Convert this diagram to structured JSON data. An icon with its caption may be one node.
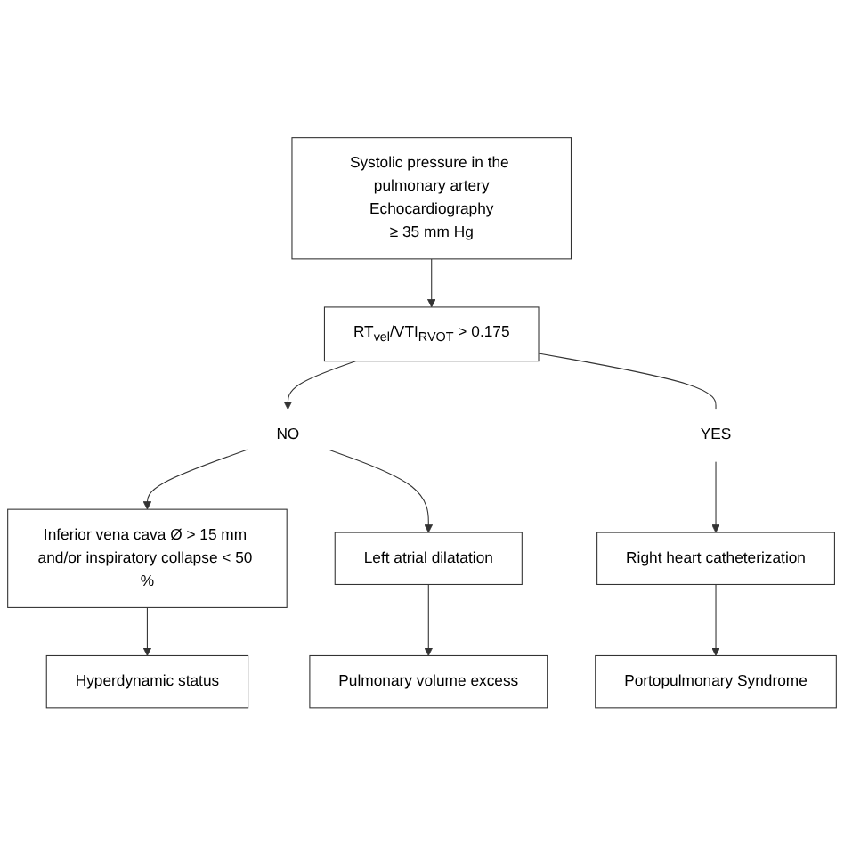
{
  "diagram": {
    "nodes": [
      {
        "text": [
          "Systolic pressure in the pulmonary artery",
          "Echocardiography",
          "≥ 35 mm Hg"
        ]
      },
      {
        "text": [
          "RT$_{vel}$/VTI$_{RVOT}$ > 0.175"
        ]
      },
      {
        "text": [
          "NO"
        ]
      },
      {
        "text": [
          "YES"
        ]
      },
      {
        "text": [
          "Inferior vena cava Ø > 15 mm and/or inspiratory collapse < 50 %"
        ]
      },
      {
        "text": [
          "Left atrial dilatation"
        ]
      },
      {
        "text": [
          "Right heart catheterization"
        ]
      },
      {
        "text": [
          "Hyperdynamic status"
        ]
      },
      {
        "text": [
          "Pulmonary volume excess"
        ]
      },
      {
        "text": [
          "Portopulmonary Syndrome"
        ]
      }
    ],
    "edges": [
      {
        "from": 0,
        "to": 1,
        "arrow": "to"
      },
      {
        "from": 1,
        "to": 2,
        "arrow": "to"
      },
      {
        "from": 1,
        "to": 3,
        "arrow": "none"
      },
      {
        "from": 2,
        "to": 4,
        "arrow": "to"
      },
      {
        "from": 2,
        "to": 5,
        "arrow": "to"
      },
      {
        "from": 3,
        "to": 6,
        "arrow": "to"
      },
      {
        "from": 4,
        "to": 7,
        "arrow": "to"
      },
      {
        "from": 5,
        "to": 8,
        "arrow": "to"
      },
      {
        "from": 6,
        "to": 9,
        "arrow": "to"
      }
    ]
  }
}
